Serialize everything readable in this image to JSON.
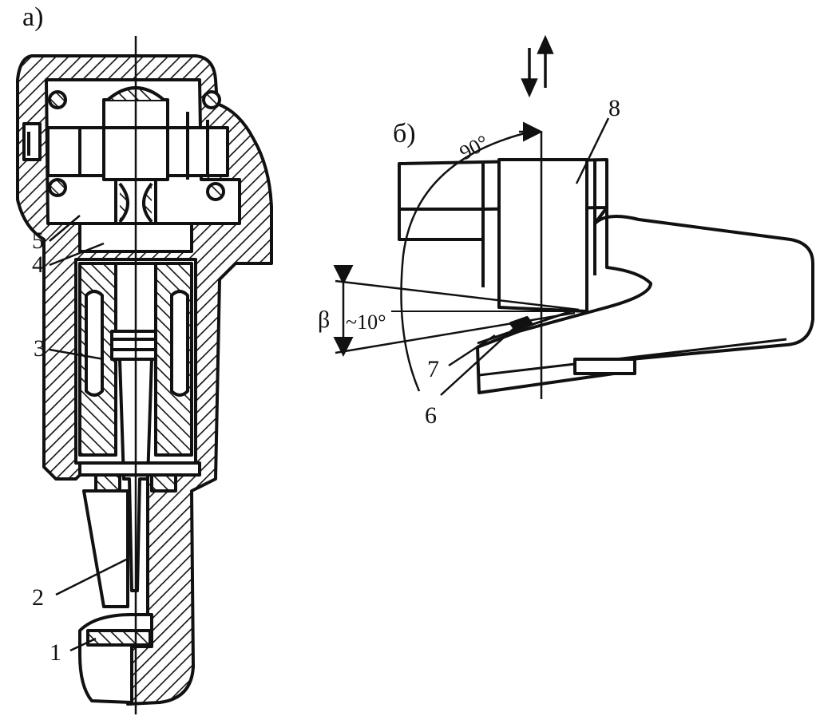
{
  "figure": {
    "panel_a_label": "а)",
    "panel_b_label": "б)"
  },
  "panel_a": {
    "callouts": [
      "1",
      "2",
      "3",
      "4",
      "5"
    ]
  },
  "panel_b": {
    "callouts": [
      "6",
      "7",
      "8"
    ],
    "angle_right": "90°",
    "angle_beta_symbol": "β",
    "angle_beta_value": "~10°"
  },
  "colors": {
    "ink": "#111111",
    "paper": "#ffffff"
  },
  "icons": {
    "motion": "up-down-arrows-icon"
  }
}
